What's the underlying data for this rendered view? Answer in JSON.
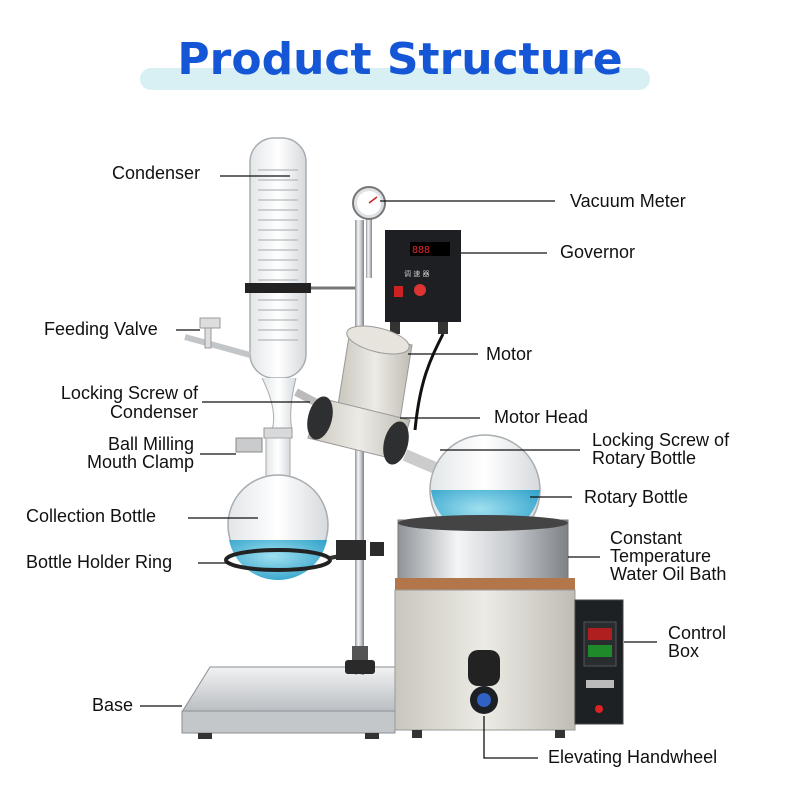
{
  "title": "Product Structure",
  "colors": {
    "title": "#1556d6",
    "band": "#d8f0f4",
    "liquid": "#4fb9d8",
    "leader": "#111111"
  },
  "labels": {
    "condenser": "Condenser",
    "feeding_valve": "Feeding Valve",
    "locking_screw_condenser_1": "Locking Screw of",
    "locking_screw_condenser_2": "Condenser",
    "ball_milling_1": "Ball Milling",
    "ball_milling_2": "Mouth Clamp",
    "collection_bottle": "Collection Bottle",
    "bottle_holder_ring": "Bottle Holder Ring",
    "base": "Base",
    "vacuum_meter": "Vacuum Meter",
    "governor": "Governor",
    "motor": "Motor",
    "motor_head": "Motor Head",
    "locking_screw_rotary_1": "Locking Screw of",
    "locking_screw_rotary_2": "Rotary Bottle",
    "rotary_bottle": "Rotary Bottle",
    "bath_1": "Constant",
    "bath_2": "Temperature",
    "bath_3": "Water Oil Bath",
    "control_box_1": "Control",
    "control_box_2": "Box",
    "handwheel": "Elevating Handwheel"
  },
  "device_text": {
    "governor_panel": "调 速 器"
  }
}
